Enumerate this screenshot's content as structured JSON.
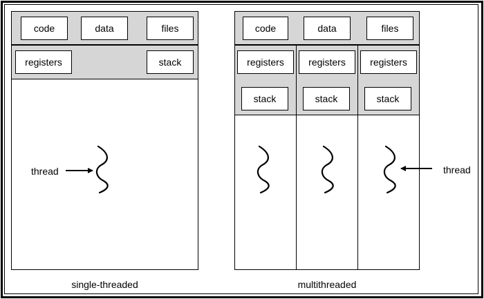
{
  "single": {
    "caption": "single-threaded",
    "code": "code",
    "data": "data",
    "files": "files",
    "registers": "registers",
    "stack": "stack",
    "thread_label": "thread"
  },
  "multi": {
    "caption": "multithreaded",
    "code": "code",
    "data": "data",
    "files": "files",
    "registers": [
      "registers",
      "registers",
      "registers"
    ],
    "stack": [
      "stack",
      "stack",
      "stack"
    ],
    "thread_label": "thread"
  },
  "colors": {
    "shaded": "#d6d6d6",
    "line": "#000000",
    "background": "#ffffff"
  }
}
